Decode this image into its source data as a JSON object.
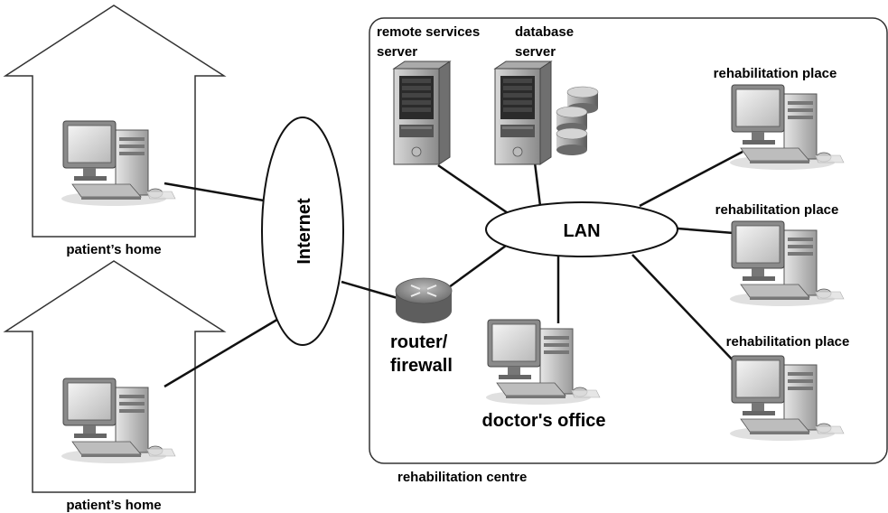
{
  "labels": {
    "internet": "Internet",
    "lan": "LAN",
    "router": [
      "router/",
      "firewall"
    ],
    "remote_server": [
      "remote services",
      "server"
    ],
    "database_server": [
      "database",
      "server"
    ],
    "doctor": "doctor's office",
    "centre": "rehabilitation centre",
    "homes": [
      "patient’s home",
      "patient’s home"
    ],
    "places": [
      "rehabilitation place",
      "rehabilitation place",
      "rehabilitation place"
    ]
  },
  "icons": {
    "home_workstation": "desktop-computer-icon",
    "place_workstation": "desktop-computer-icon",
    "server": "tower-server-icon",
    "database": "database-cylinder-icon",
    "router": "router-icon"
  }
}
